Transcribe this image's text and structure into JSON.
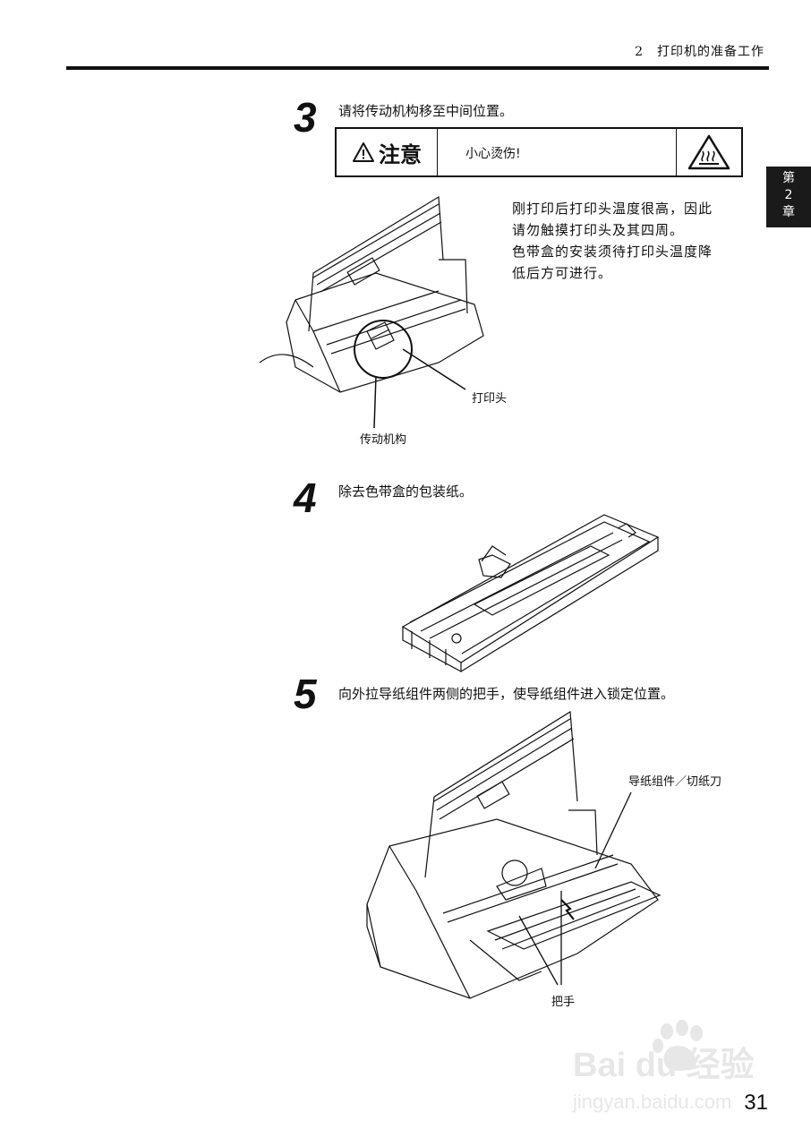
{
  "header": {
    "chapter_title": "2　打印机的准备工作",
    "chapter_tab": [
      "第",
      "2",
      "章"
    ]
  },
  "step3": {
    "number": "3",
    "instruction": "请将传动机构移至中间位置。",
    "caution": {
      "label": "注意",
      "message": "小心烫伤!",
      "icon": "hot-surface-warning-icon"
    },
    "paragraph_lines": [
      "刚打印后打印头温度很高，因此",
      "请勿触摸打印头及其四周。",
      "色带盒的安装须待打印头温度降",
      "低后方可进行。"
    ],
    "callouts": {
      "print_head": "打印头",
      "carriage": "传动机构"
    }
  },
  "step4": {
    "number": "4",
    "instruction": "除去色带盒的包装纸。"
  },
  "step5": {
    "number": "5",
    "instruction": "向外拉导纸组件两侧的把手，使导纸组件进入锁定位置。",
    "callouts": {
      "paper_guide": "导纸组件／切纸刀",
      "handles": "把手"
    }
  },
  "footer": {
    "page_number": "31",
    "watermark_brand": "Bai du 经验",
    "watermark_url": "jingyan.baidu.com"
  }
}
